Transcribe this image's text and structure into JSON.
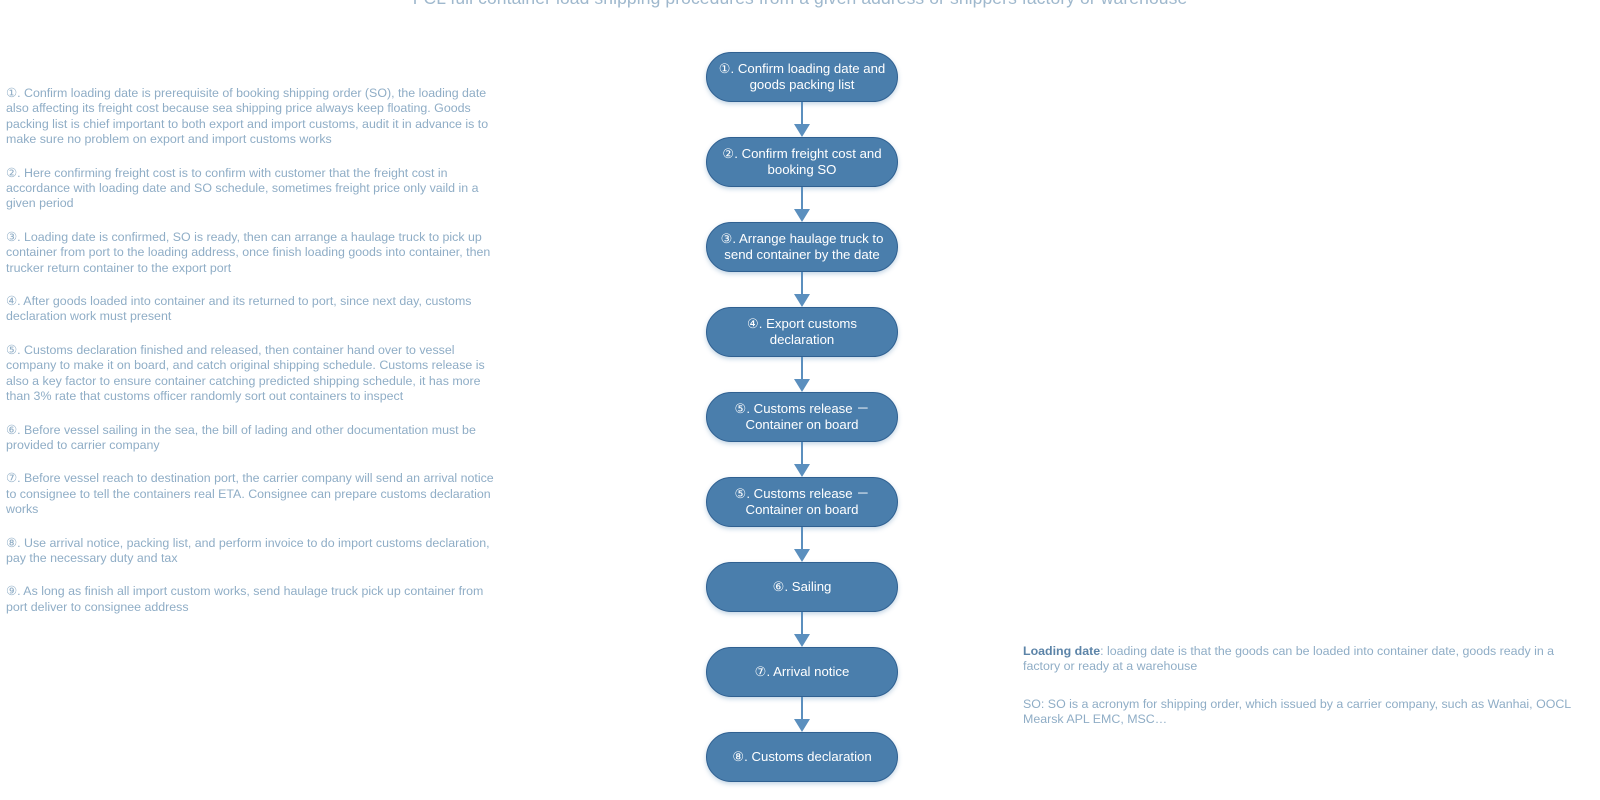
{
  "title": "FCL full container load shipping procedures from a given address or shippers factory or warehouse",
  "theme": {
    "node_fill": "#4a7eac",
    "node_border": "#2f6091",
    "node_text": "#ffffff",
    "arrow": "#5b8fbe",
    "body_text": "#8fadc6",
    "title_text": "#9fb8cd"
  },
  "notes": [
    {
      "text": "①. Confirm loading date is prerequisite of booking shipping order (SO), the loading date also affecting its freight cost because sea shipping price always keep floating. Goods packing list is chief important to both export and import customs, audit it in advance is to make sure no problem on export and import customs works"
    },
    {
      "text": "②. Here confirming freight cost is to confirm with customer that the freight cost in accordance with loading date and SO schedule, sometimes freight price only vaild in a given period"
    },
    {
      "text": "③. Loading date is confirmed, SO is ready, then can arrange a haulage truck to pick up container from port to the loading address, once finish loading goods into container, then trucker return container to the export port"
    },
    {
      "text": "④. After goods loaded into container and its returned to port, since next day, customs declaration work must present"
    },
    {
      "text": "⑤. Customs declaration finished and released, then container hand over to vessel company to make it on board, and catch original shipping schedule. Customs release is also a key factor to ensure container catching predicted shipping schedule, it has more than 3% rate that customs officer randomly sort out containers to inspect"
    },
    {
      "text": "⑥. Before vessel sailing in the sea, the bill of lading and other documentation must be provided to carrier company"
    },
    {
      "text": "⑦. Before vessel reach to destination port, the carrier company will send an arrival notice to consignee to tell the containers real ETA. Consignee can prepare customs declaration works"
    },
    {
      "text": "⑧. Use arrival notice, packing list, and perform invoice to do import customs declaration, pay the necessary duty and tax"
    },
    {
      "text": "⑨. As long as finish all import custom works, send haulage truck pick up container from port deliver to consignee address"
    }
  ],
  "flow_steps": [
    {
      "label": "①. Confirm loading date and goods packing list"
    },
    {
      "label": "②. Confirm freight cost and booking SO"
    },
    {
      "label": "③. Arrange haulage truck to send container by the date"
    },
    {
      "label": "④. Export customs declaration"
    },
    {
      "label": "⑤. Customs release － Container on board"
    },
    {
      "label": "⑤. Customs release － Container on board"
    },
    {
      "label": "⑥. Sailing"
    },
    {
      "label": "⑦. Arrival notice"
    },
    {
      "label": "⑧. Customs declaration"
    }
  ],
  "glossary": [
    {
      "term": "Loading date",
      "definition": ": loading date is that the goods can be loaded into container date, goods ready in a factory or ready at a warehouse"
    },
    {
      "term": "SO:",
      "definition": " SO is a acronym for shipping order, which issued by a carrier company, such as Wanhai, OOCL Mearsk APL EMC, MSC…"
    }
  ]
}
